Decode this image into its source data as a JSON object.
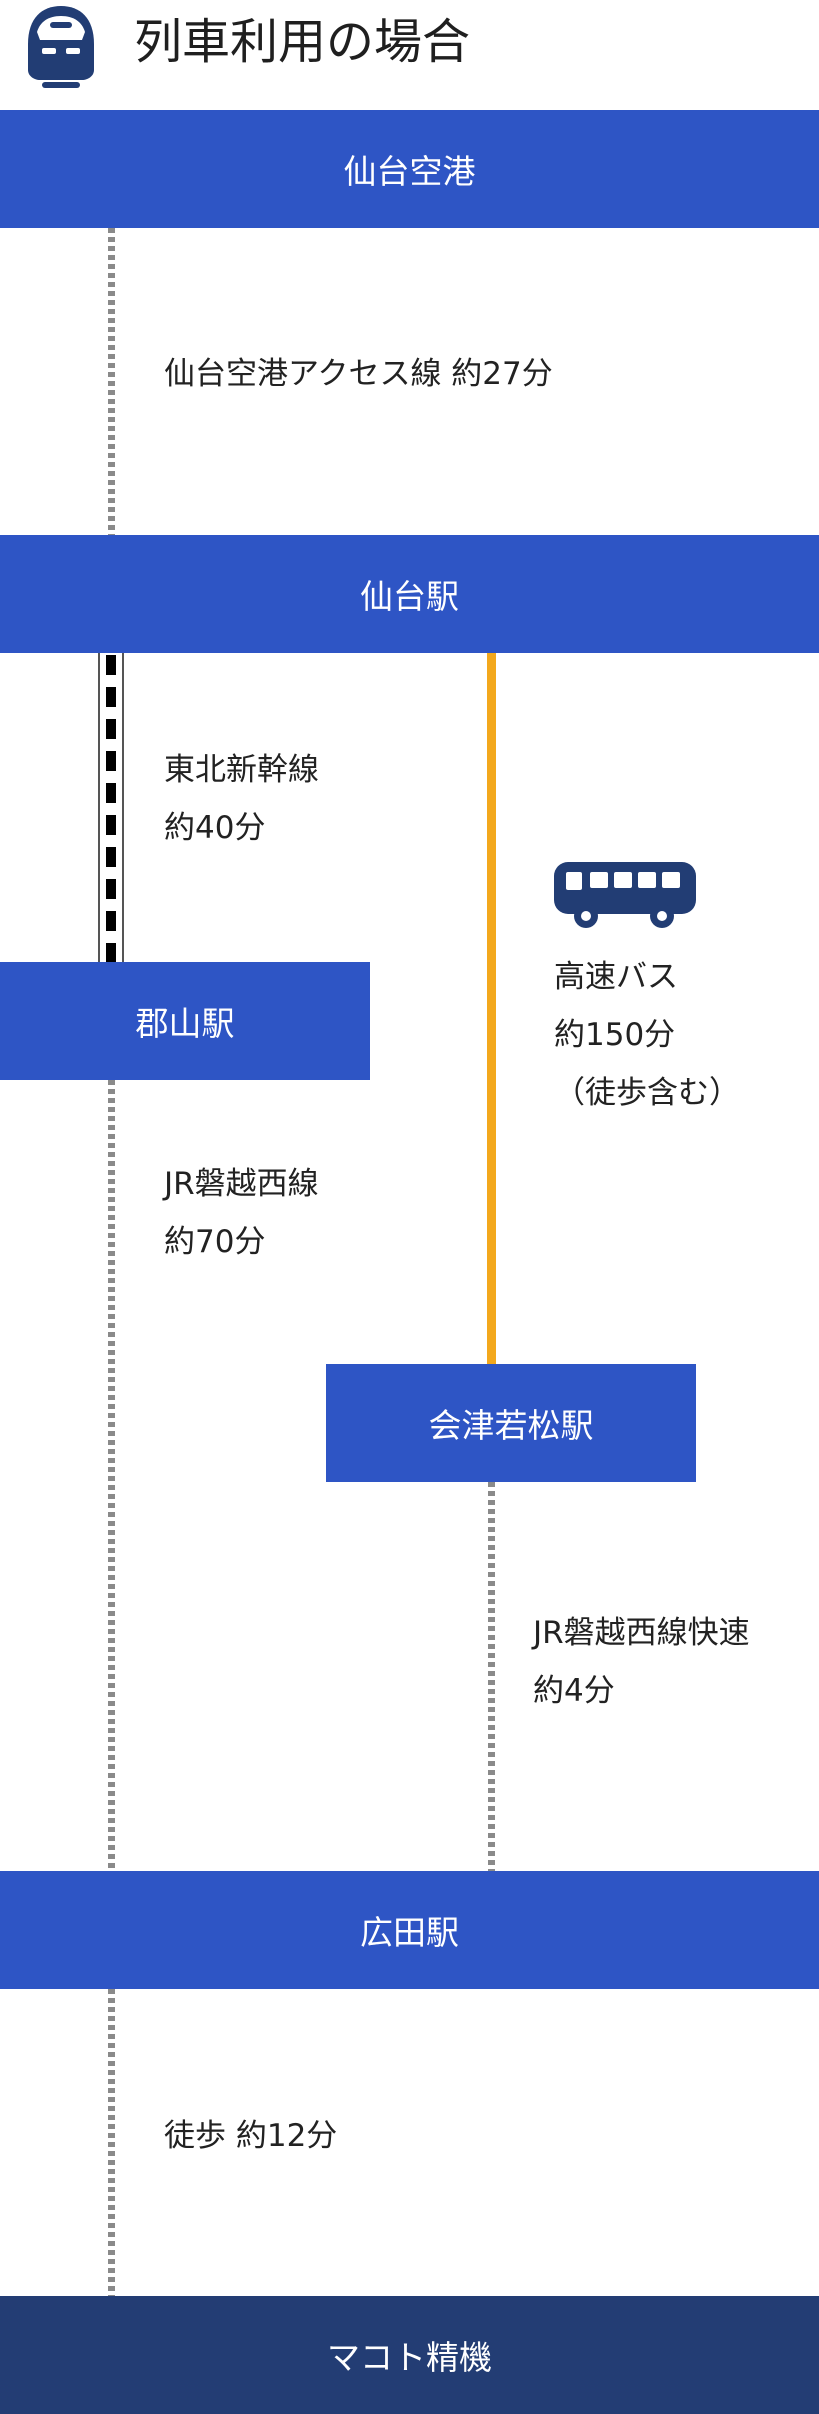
{
  "header": {
    "title": "列車利用の場合",
    "icon": "train-icon"
  },
  "colors": {
    "station": "#2e55c5",
    "destination": "#233d74",
    "bus_line": "#f3a81d",
    "icon": "#223d74",
    "dotted_line": "#8a8a8a"
  },
  "stations": {
    "sendai_airport": "仙台空港",
    "sendai": "仙台駅",
    "koriyama": "郡山駅",
    "aizu_wakamatsu": "会津若松駅",
    "hirota": "広田駅",
    "destination": "マコト精機"
  },
  "segments": {
    "airport_access": "仙台空港アクセス線 約27分",
    "shinkansen": {
      "line1": "東北新幹線",
      "line2": "約40分"
    },
    "bus": {
      "line1": "高速バス",
      "line2": "約150分",
      "line3": "（徒歩含む）",
      "icon": "bus-icon"
    },
    "banetsu_west": {
      "line1": "JR磐越西線",
      "line2": "約70分"
    },
    "banetsu_rapid": {
      "line1": "JR磐越西線快速",
      "line2": "約4分"
    },
    "walk": "徒歩 約12分"
  }
}
